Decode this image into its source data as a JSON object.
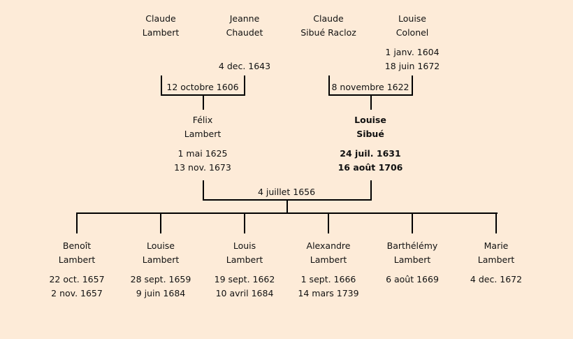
{
  "persons": {
    "claude_lambert": {
      "first": "Claude",
      "last": "Lambert",
      "birth": "",
      "death": ""
    },
    "jeanne_chaudet": {
      "first": "Jeanne",
      "last": "Chaudet",
      "birth": "",
      "death": "4 dec. 1643"
    },
    "claude_sibue_racloz": {
      "first": "Claude",
      "last": "Sibué Racloz",
      "birth": "",
      "death": ""
    },
    "louise_colonel": {
      "first": "Louise",
      "last": "Colonel",
      "birth": "1 janv. 1604",
      "death": "18 juin 1672"
    },
    "felix_lambert": {
      "first": "Félix",
      "last": "Lambert",
      "birth": "1 mai 1625",
      "death": "13 nov. 1673"
    },
    "louise_sibue": {
      "first": "Louise",
      "last": "Sibué",
      "birth": "24 juil. 1631",
      "death": "16 août 1706"
    },
    "benoit_lambert": {
      "first": "Benoît",
      "last": "Lambert",
      "birth": "22 oct. 1657",
      "death": "2 nov. 1657"
    },
    "louise_lambert": {
      "first": "Louise",
      "last": "Lambert",
      "birth": "28 sept. 1659",
      "death": "9 juin 1684"
    },
    "louis_lambert": {
      "first": "Louis",
      "last": "Lambert",
      "birth": "19 sept. 1662",
      "death": "10 avril 1684"
    },
    "alexandre_lambert": {
      "first": "Alexandre",
      "last": "Lambert",
      "birth": "1 sept. 1666",
      "death": "14 mars 1739"
    },
    "barthelemy_lambert": {
      "first": "Barthélémy",
      "last": "Lambert",
      "birth": "6 août 1669",
      "death": ""
    },
    "marie_lambert": {
      "first": "Marie",
      "last": "Lambert",
      "birth": "4 dec. 1672",
      "death": ""
    }
  },
  "marriages": {
    "lambert_chaudet": "12 octobre 1606",
    "racloz_colonel": "8 novembre 1622",
    "lambert_sibue": "4 juillet 1656"
  },
  "focus_person": "louise_sibue"
}
